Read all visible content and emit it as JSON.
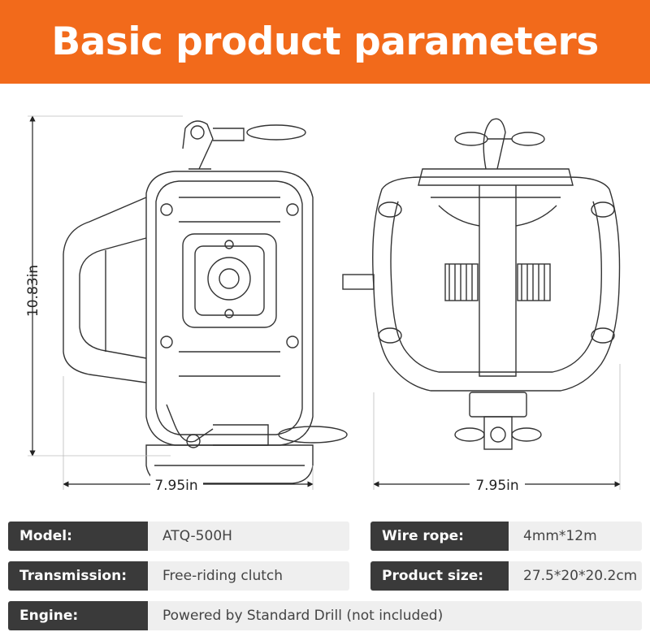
{
  "header": {
    "title": "Basic product parameters"
  },
  "colors": {
    "accent": "#f26a1b",
    "label_bg": "#3a3a3a",
    "value_bg": "#efefef"
  },
  "dimensions": {
    "height": "10.83in",
    "side_width": "7.95in",
    "front_width": "7.95in"
  },
  "specs": {
    "model": {
      "label": "Model:",
      "value": "ATQ-500H"
    },
    "wire_rope": {
      "label": "Wire rope:",
      "value": "4mm*12m"
    },
    "transmission": {
      "label": "Transmission:",
      "value": "Free-riding clutch"
    },
    "product_size": {
      "label": "Product size:",
      "value": "27.5*20*20.2cm"
    },
    "engine": {
      "label": "Engine:",
      "value": "Powered by Standard Drill (not included)"
    }
  }
}
